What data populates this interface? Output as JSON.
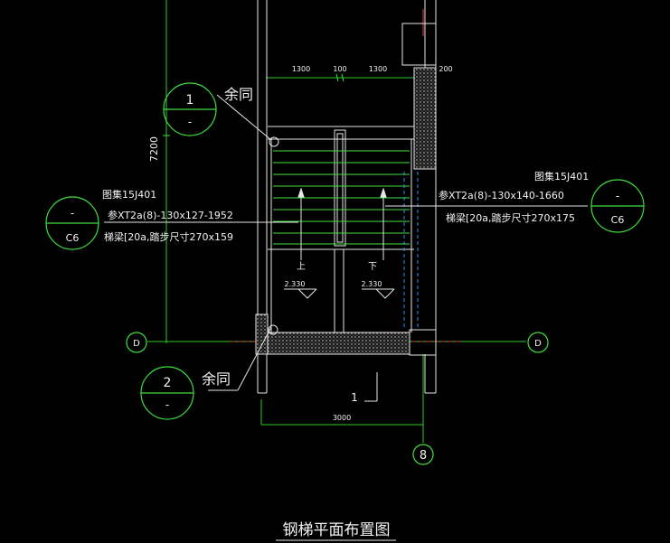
{
  "drawing": {
    "title": "钢梯平面布置图",
    "dims": {
      "flight_left": "1300",
      "gap": "100",
      "flight_right": "1300",
      "right_wall": "200",
      "total_width": "3000",
      "height": "7200"
    },
    "detail_1": {
      "num": "1",
      "sub": "-",
      "note": "余同"
    },
    "detail_2": {
      "num": "2",
      "sub": "-",
      "note": "余同"
    },
    "callout_left": {
      "top": "-",
      "bottom": "C6",
      "line1": "图集15J401",
      "line2": "参XT2a(8)-130x127-1952",
      "line3": "梯梁[20a,踏步尺寸270x159"
    },
    "callout_right": {
      "top": "-",
      "bottom": "C6",
      "line1": "图集15J401",
      "line2": "参XT2a(8)-130x140-1660",
      "line3": "梯梁[20a,踏步尺寸270x175"
    },
    "arrows": {
      "up": "上",
      "down": "下"
    },
    "levels": {
      "left": "2.330",
      "right": "2.330"
    },
    "section_mark": "1",
    "axes": {
      "d_left": "D",
      "d_right": "D",
      "axis_8": "8"
    }
  }
}
